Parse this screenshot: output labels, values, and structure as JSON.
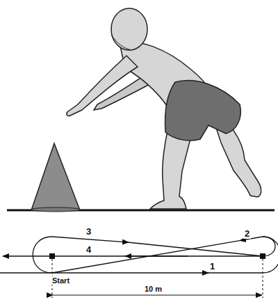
{
  "diagram": {
    "labels": [
      "3",
      "2",
      "4",
      "1",
      "Start",
      "10 m"
    ]
  }
}
